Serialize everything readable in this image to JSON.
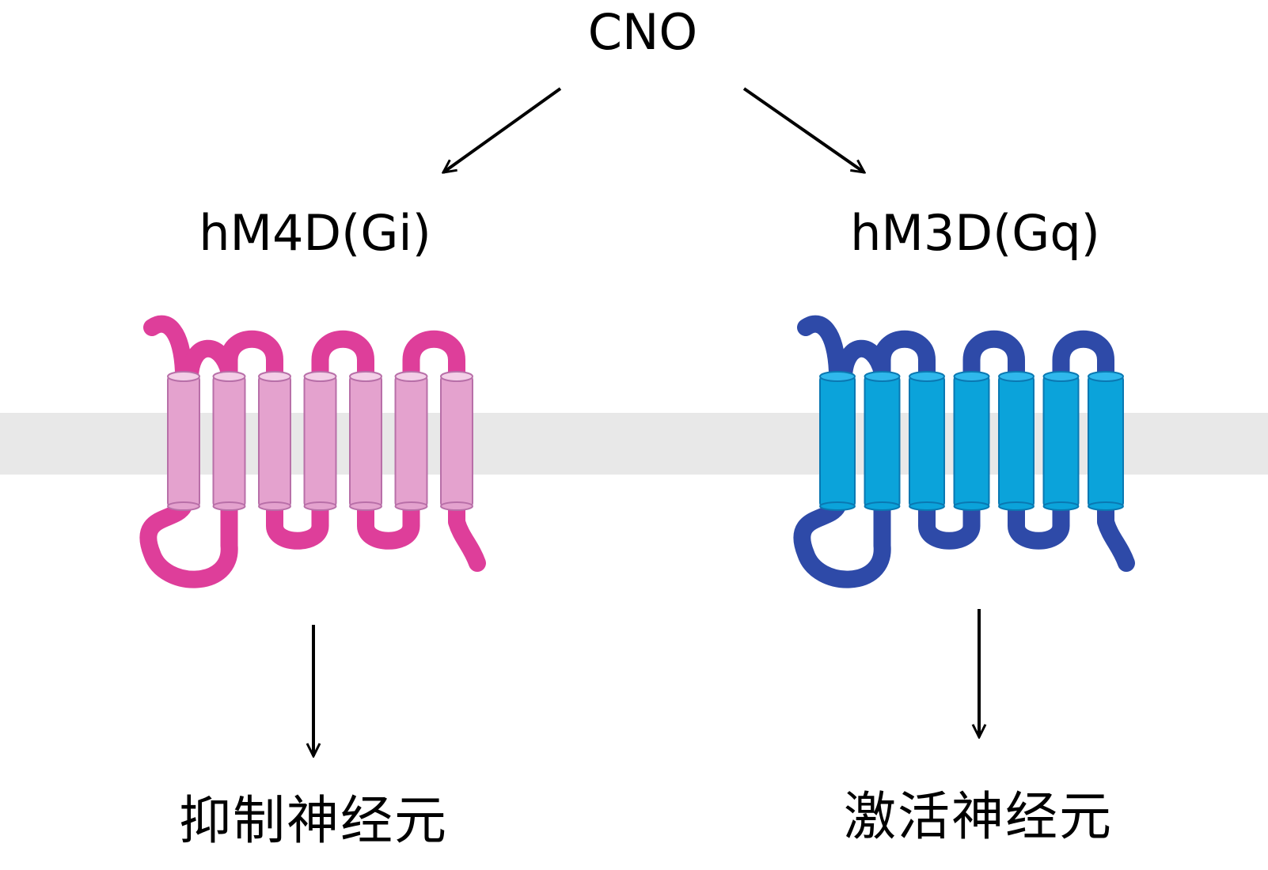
{
  "diagram": {
    "ligand": "CNO",
    "receptors": [
      {
        "name": "hM4D(Gi)",
        "outcome": "抑制神经元",
        "loop_color": "#DE3E9A",
        "cylinder_color": "#E4A2CE",
        "cylinder_edge": "#B86FA8",
        "cylinder_top": "#F3CFE7"
      },
      {
        "name": "hM3D(Gq)",
        "outcome": "激活神经元",
        "loop_color": "#2E4AA8",
        "cylinder_color": "#0BA3DA",
        "cylinder_edge": "#0A78B2",
        "cylinder_top": "#2FB8EC"
      }
    ],
    "membrane_color": "#E8E8E8",
    "arrow_color": "#000000",
    "helix_count": 7
  }
}
